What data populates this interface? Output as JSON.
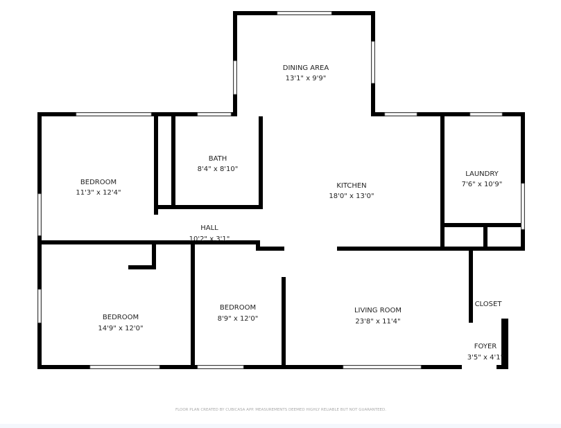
{
  "rooms": {
    "dining": {
      "name": "DINING AREA",
      "size": "13'1\" x 9'9\""
    },
    "bath": {
      "name": "BATH",
      "size": "8'4\" x 8'10\""
    },
    "bedroom_nw": {
      "name": "BEDROOM",
      "size": "11'3\" x 12'4\""
    },
    "kitchen": {
      "name": "KITCHEN",
      "size": "18'0\" x 13'0\""
    },
    "laundry": {
      "name": "LAUNDRY",
      "size": "7'6\" x 10'9\""
    },
    "hall": {
      "name": "HALL",
      "size": "10'2\" x 3'1\""
    },
    "bedroom_sw": {
      "name": "BEDROOM",
      "size": "14'9\" x 12'0\""
    },
    "bedroom_s": {
      "name": "BEDROOM",
      "size": "8'9\" x 12'0\""
    },
    "living": {
      "name": "LIVING ROOM",
      "size": "23'8\" x 11'4\""
    },
    "closet": {
      "name": "CLOSET"
    },
    "foyer": {
      "name": "FOYER",
      "size": "3'5\" x 4'1\""
    }
  },
  "footer": "FLOOR PLAN CREATED BY CUBICASA APP. MEASUREMENTS DEEMED HIGHLY RELIABLE BUT NOT GUARANTEED.",
  "colors": {
    "wall": "#000000",
    "background": "#ffffff"
  }
}
